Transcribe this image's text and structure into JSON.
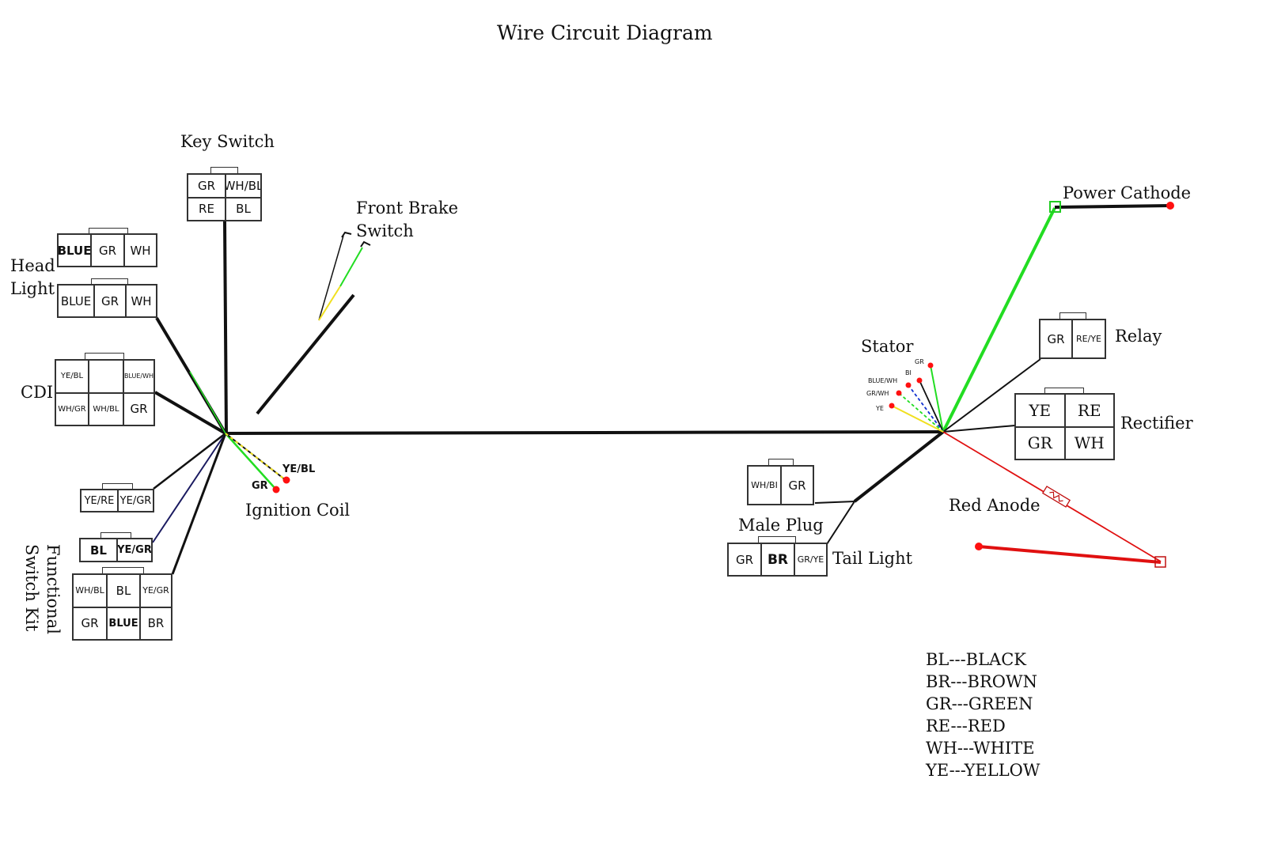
{
  "title": "Wire Circuit Diagram",
  "labels": {
    "key_switch": "Key Switch",
    "front_brake_1": "Front Brake",
    "front_brake_2": "Switch",
    "head_light_1": "Head",
    "head_light_2": "Light",
    "cdi": "CDI",
    "ignition_coil": "Ignition Coil",
    "functional_1": "Functional",
    "functional_2": "Switch Kit",
    "stator": "Stator",
    "power_cathode": "Power Cathode",
    "relay": "Relay",
    "rectifier": "Rectifier",
    "red_anode": "Red Anode",
    "male_plug": "Male Plug",
    "tail_light": "Tail Light"
  },
  "connectors": {
    "key_switch": [
      "GR",
      "WH/BL",
      "RE",
      "BL"
    ],
    "head_light_top": [
      "BLUE",
      "GR",
      "WH"
    ],
    "head_light_bottom": [
      "BLUE",
      "GR",
      "WH"
    ],
    "cdi": [
      "YE/BL",
      "",
      "BLUE/WH",
      "WH/GR",
      "WH/BL",
      "GR"
    ],
    "func_a": [
      "YE/RE",
      "YE/GR"
    ],
    "func_b": [
      "BL",
      "YE/GR"
    ],
    "func_c": [
      "WH/BL",
      "BL",
      "YE/GR",
      "GR",
      "BLUE",
      "BR"
    ],
    "relay": [
      "GR",
      "RE/YE"
    ],
    "rectifier": [
      "YE",
      "RE",
      "GR",
      "WH"
    ],
    "male_plug": [
      "WH/BI",
      "GR"
    ],
    "tail_light": [
      "GR",
      "BR",
      "GR/YE"
    ]
  },
  "wire_labels": {
    "ign_ye_bl": "YE/BL",
    "ign_gr": "GR",
    "stator_gr": "GR",
    "stator_bi": "BI",
    "stator_blue_wh": "BLUE/WH",
    "stator_gr_wh": "GR/WH",
    "stator_ye": "YE"
  },
  "legend": [
    "BL---BLACK",
    "BR---BROWN",
    "GR---GREEN",
    "RE---RED",
    "WH---WHITE",
    "YE---YELLOW"
  ],
  "colors": {
    "black_wire": "#111111",
    "green_wire": "#22dd22",
    "yellow_wire": "#f0e020",
    "blue_wire": "#1030d0",
    "red_wire": "#e01010",
    "terminal_red": "#ff1010"
  }
}
